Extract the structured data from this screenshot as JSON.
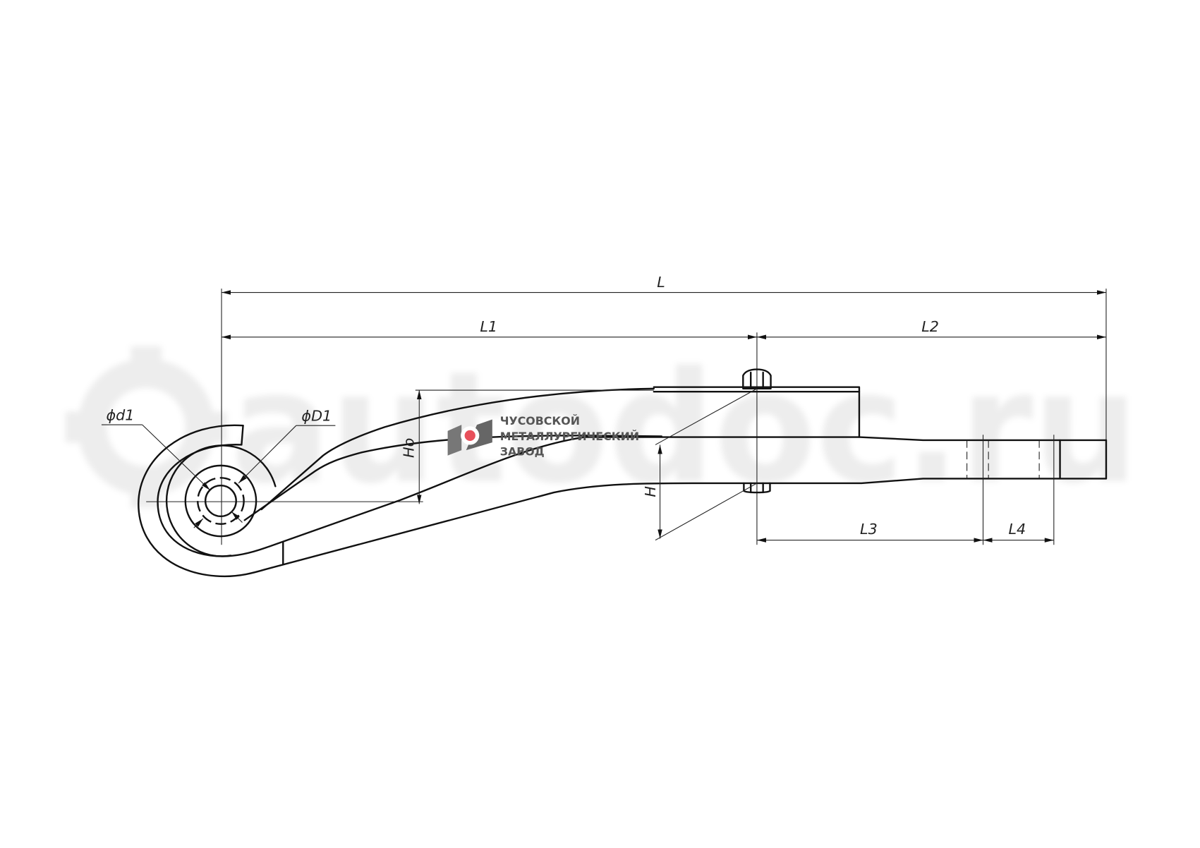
{
  "drawing": {
    "dimensions": {
      "L": "L",
      "L1": "L1",
      "L2": "L2",
      "L3": "L3",
      "L4": "L4",
      "Ho": "Ho",
      "H": "H",
      "d1": "ϕd1",
      "D1": "ϕD1"
    }
  },
  "watermark": {
    "text": "autodoc.ru",
    "color": "#000000"
  },
  "company_logo": {
    "line1": "ЧУСОВСКОЙ",
    "line2": "МЕТАЛЛУРГИЧЕСКИЙ",
    "line3": "ЗАВОД",
    "accent": "#e8505b"
  }
}
